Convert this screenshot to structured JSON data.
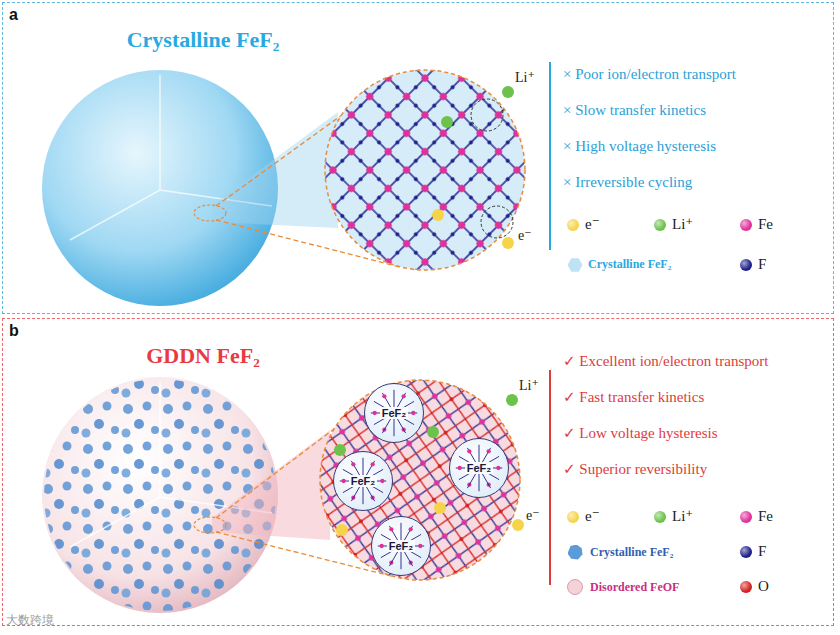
{
  "diagram": {
    "nodes": [
      {
        "text": [
          "a",
          "Crystalline FeF₂"
        ]
      },
      {
        "text": [
          "b",
          "GDDN FeF₂"
        ]
      },
      {
        "text": [
          "FeF₂"
        ],
        "in": 1
      },
      {
        "text": [
          "FeF₂"
        ],
        "in": 1
      },
      {
        "text": [
          "FeF₂"
        ],
        "in": 1
      },
      {
        "text": [
          "FeF₂"
        ],
        "in": 1
      }
    ],
    "labels": [
      "× Poor ion/electron transport",
      "× Slow transfer kinetics",
      "× High voltage hysteresis",
      "× Irreversible cycling",
      "Li⁺",
      "e⁻",
      "✓ Excellent ion/electron transport",
      "✓ Fast transfer kinetics",
      "✓ Low voltage hysteresis",
      "✓ Superior reversibility",
      "Li⁺",
      "e⁻",
      "大数跨境"
    ],
    "legend": [
      {
        "text": "e⁻",
        "color": "#f6d44a"
      },
      {
        "text": "Li⁺",
        "color": "#6cc24a"
      },
      {
        "text": "Fe",
        "color": "#e0309a"
      },
      {
        "text": "Crystalline FeF₂",
        "color": "#bfe3f5"
      },
      {
        "text": "F",
        "color": "#1d1f8a"
      },
      {
        "text": "e⁻",
        "color": "#f6d44a"
      },
      {
        "text": "Li⁺",
        "color": "#6cc24a"
      },
      {
        "text": "Fe",
        "color": "#e0309a"
      },
      {
        "text": "Crystalline FeF₂",
        "color": "#5a9bd8"
      },
      {
        "text": "F",
        "color": "#1d1f8a"
      },
      {
        "text": "Disordered FeOF",
        "color": "#f3d3d8"
      },
      {
        "text": "O",
        "color": "#d42020"
      }
    ]
  }
}
